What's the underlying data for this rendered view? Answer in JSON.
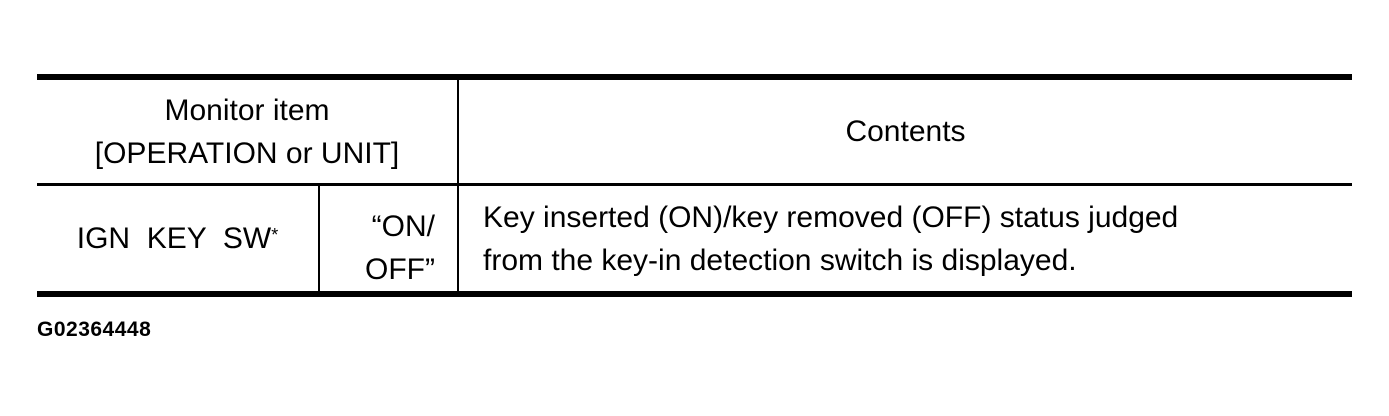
{
  "table": {
    "header": {
      "monitor_line1": "Monitor item",
      "monitor_line2": "[OPERATION or UNIT]",
      "contents": "Contents"
    },
    "rows": [
      {
        "item": "IGN  KEY  SW",
        "item_mark": "*",
        "value_line1": "“ON/",
        "value_line2": "OFF”",
        "contents_line1": "Key inserted (ON)/key removed (OFF) status judged",
        "contents_line2": "from the key-in detection switch is displayed."
      }
    ]
  },
  "caption": "G02364448"
}
